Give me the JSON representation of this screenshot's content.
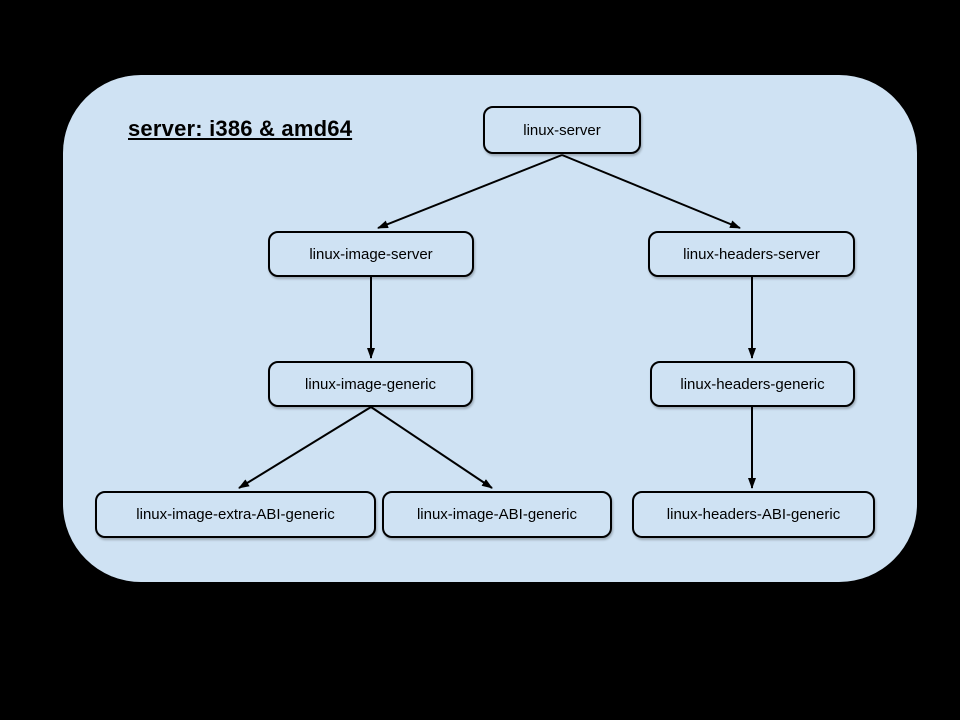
{
  "diagram": {
    "title": "server: i386 & amd64",
    "colors": {
      "background": "#000000",
      "panel": "#cfe2f3",
      "node_fill": "#cfe2f3",
      "node_border": "#000000",
      "edge": "#000000",
      "text": "#000000"
    },
    "nodes": [
      {
        "id": "linux-server",
        "label": "linux-server"
      },
      {
        "id": "linux-image-server",
        "label": "linux-image-server"
      },
      {
        "id": "linux-headers-server",
        "label": "linux-headers-server"
      },
      {
        "id": "linux-image-generic",
        "label": "linux-image-generic"
      },
      {
        "id": "linux-headers-generic",
        "label": "linux-headers-generic"
      },
      {
        "id": "linux-image-extra-ABI-generic",
        "label": "linux-image-extra-ABI-generic"
      },
      {
        "id": "linux-image-ABI-generic",
        "label": "linux-image-ABI-generic"
      },
      {
        "id": "linux-headers-ABI-generic",
        "label": "linux-headers-ABI-generic"
      }
    ],
    "edges": [
      {
        "from": "linux-server",
        "to": "linux-image-server"
      },
      {
        "from": "linux-server",
        "to": "linux-headers-server"
      },
      {
        "from": "linux-image-server",
        "to": "linux-image-generic"
      },
      {
        "from": "linux-headers-server",
        "to": "linux-headers-generic"
      },
      {
        "from": "linux-image-generic",
        "to": "linux-image-extra-ABI-generic"
      },
      {
        "from": "linux-image-generic",
        "to": "linux-image-ABI-generic"
      },
      {
        "from": "linux-headers-generic",
        "to": "linux-headers-ABI-generic"
      }
    ]
  }
}
